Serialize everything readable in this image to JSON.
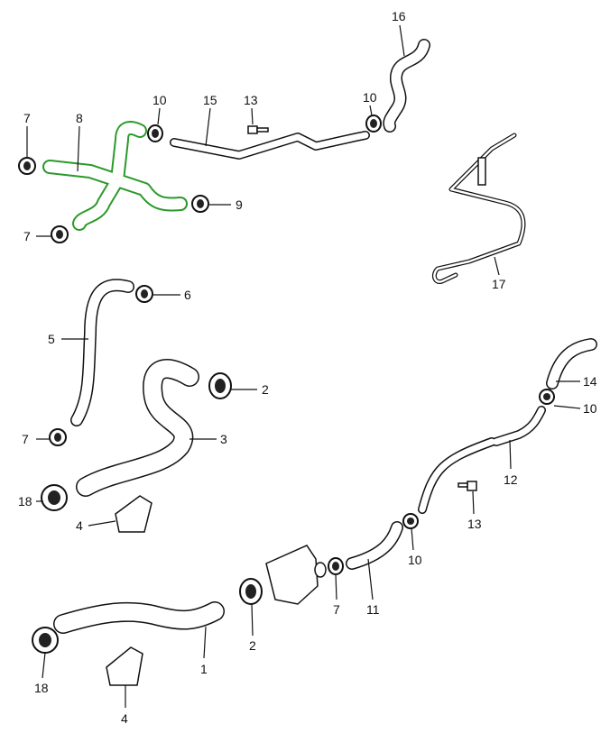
{
  "diagram": {
    "title_hidden": null,
    "highlight_color": "#2a9a2a",
    "callouts": [
      "16",
      "10",
      "10",
      "15",
      "13",
      "7",
      "8",
      "9",
      "7",
      "17",
      "6",
      "5",
      "14",
      "10",
      "2",
      "3",
      "7",
      "12",
      "18",
      "4",
      "13",
      "10",
      "7",
      "11",
      "2",
      "1",
      "18",
      "4"
    ]
  }
}
